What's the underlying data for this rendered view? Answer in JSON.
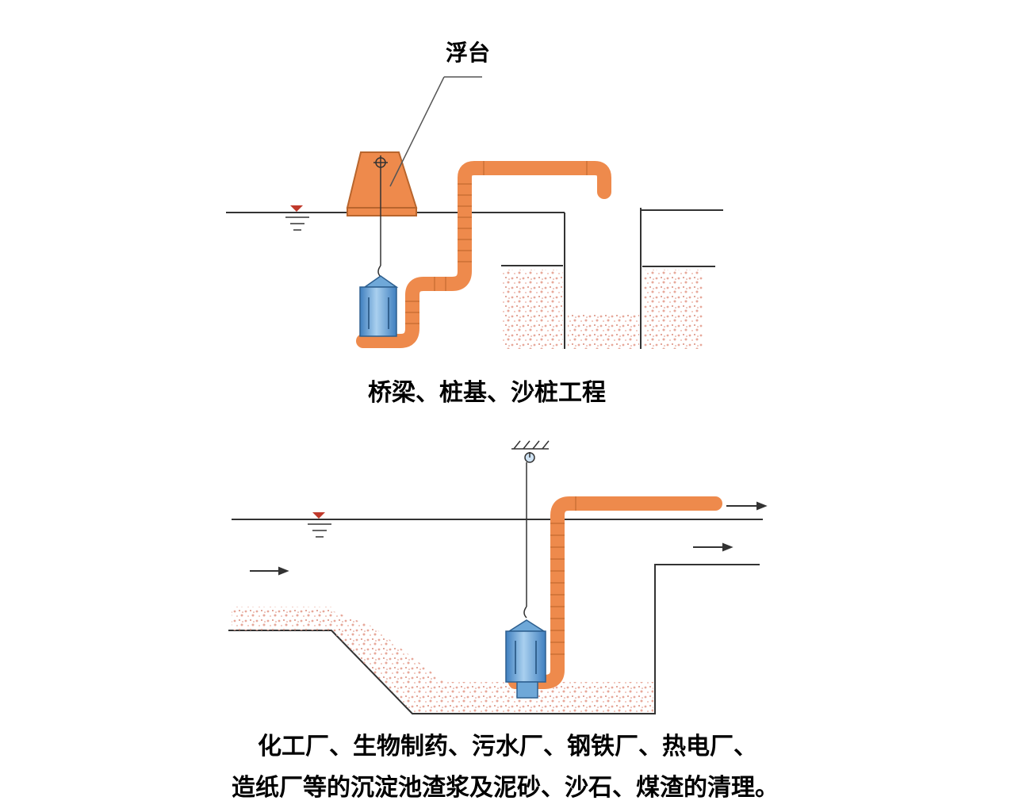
{
  "colors": {
    "pipe": "#ee8a4c",
    "pipe_stroke": "#c46a30",
    "pump_body": "#6fa8d8",
    "water_line": "#333333",
    "sediment": "#e7a89a",
    "water_marker": "#c0392b"
  },
  "top_diagram": {
    "float_label": "浮台",
    "caption": "桥梁、桩基、沙桩工程"
  },
  "bottom_diagram": {
    "caption_line1": "化工厂、生物制药、污水厂、钢铁厂、热电厂、",
    "caption_line2": "造纸厂等的沉淀池渣浆及泥砂、沙石、煤渣的清理。"
  }
}
